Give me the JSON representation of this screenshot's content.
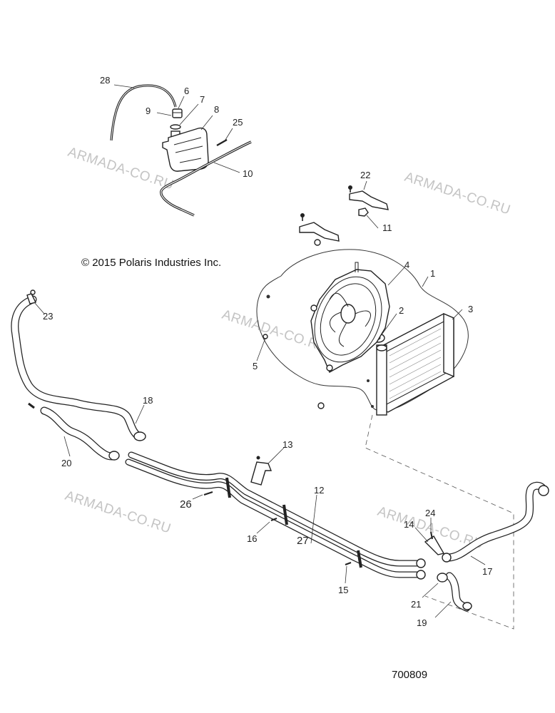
{
  "diagram": {
    "copyright": "© 2015 Polaris Industries Inc.",
    "drawing_number": "700809",
    "watermark": "ARMADA-CO.RU",
    "callouts": [
      "1",
      "2",
      "3",
      "4",
      "5",
      "6",
      "7",
      "8",
      "9",
      "10",
      "11",
      "12",
      "13",
      "14",
      "15",
      "16",
      "17",
      "18",
      "19",
      "20",
      "21",
      "22",
      "23",
      "24",
      "25",
      "26",
      "27",
      "28"
    ]
  }
}
